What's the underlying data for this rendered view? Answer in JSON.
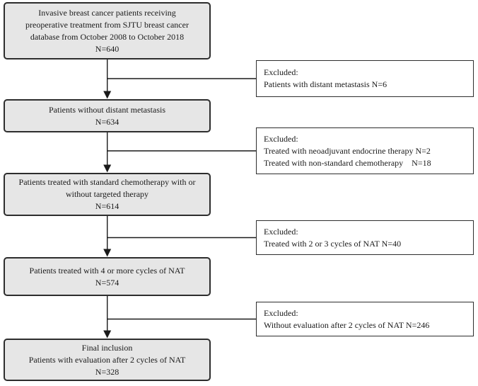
{
  "colors": {
    "background": "#ffffff",
    "main_box_fill": "#e6e6e6",
    "box_border": "#2d2d2d",
    "connector": "#1a1a1a",
    "text": "#1a1a1a"
  },
  "flowchart": {
    "main_boxes": [
      {
        "name": "initial-cohort",
        "lines": [
          "Invasive breast cancer patients receiving",
          "preoperative treatment from SJTU breast cancer",
          "database from October 2008 to October 2018",
          "N=640"
        ]
      },
      {
        "name": "without-distant-metastasis",
        "lines": [
          "Patients without distant metastasis",
          "N=634"
        ]
      },
      {
        "name": "standard-chemotherapy",
        "lines": [
          "Patients treated with standard chemotherapy with or",
          "without targeted therapy",
          "N=614"
        ]
      },
      {
        "name": "four-or-more-cycles-nat",
        "lines": [
          "Patients treated with 4 or more cycles of NAT",
          "N=574"
        ]
      },
      {
        "name": "final-inclusion",
        "lines": [
          "Final inclusion",
          "Patients with evaluation after 2 cycles of NAT",
          "N=328"
        ]
      }
    ],
    "excluded_boxes": [
      {
        "name": "excluded-distant-metastasis",
        "lines": [
          "Excluded:",
          "Patients with distant metastasis N=6"
        ]
      },
      {
        "name": "excluded-nonstandard-therapy",
        "lines": [
          "Excluded:",
          "Treated with neoadjuvant endocrine therapy N=2",
          "Treated with non-standard chemotherapy    N=18"
        ]
      },
      {
        "name": "excluded-few-cycles",
        "lines": [
          "Excluded:",
          "Treated with 2 or 3 cycles of NAT N=40"
        ]
      },
      {
        "name": "excluded-no-evaluation",
        "lines": [
          "Excluded:",
          "Without evaluation after 2 cycles of NAT N=246"
        ]
      }
    ]
  }
}
